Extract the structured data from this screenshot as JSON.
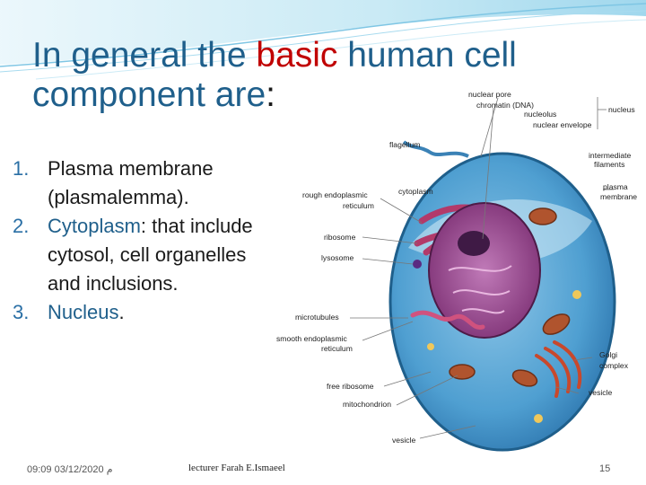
{
  "title": {
    "part1": "In general the ",
    "highlight": "basic",
    "part2": " human cell component are",
    "colon": ":"
  },
  "bullets": [
    {
      "num": "1.",
      "text_a": "Plasma membrane (plasmalemma)."
    },
    {
      "num": "2.",
      "text_a": "Cytoplasm",
      "text_b": ": that include cytosol, cell organelles and inclusions."
    },
    {
      "num": "3.",
      "text_a": " Nucleus",
      "text_b": "."
    }
  ],
  "diagram": {
    "labels": {
      "nuclear_pore": "nuclear pore",
      "chromatin": "chromatin (DNA)",
      "nucleolus": "nucleolus",
      "nuclear_envelope": "nuclear envelope",
      "nucleus": "nucleus",
      "flagellum": "flagellum",
      "intermediate_filaments_1": "intermediate",
      "intermediate_filaments_2": "filaments",
      "rough_er_1": "rough endoplasmic",
      "rough_er_2": "reticulum",
      "cytoplasm": "cytoplasm",
      "plasma_membrane_1": "plasma",
      "plasma_membrane_2": "membrane",
      "ribosome": "ribosome",
      "lysosome": "lysosome",
      "microtubules": "microtubules",
      "smooth_er_1": "smooth endoplasmic",
      "smooth_er_2": "reticulum",
      "golgi_1": "Golgi",
      "golgi_2": "complex",
      "free_ribosome": "free ribosome",
      "vesicle_right": "vesicle",
      "mitochondrion": "mitochondrion",
      "vesicle_bottom": "vesicle"
    }
  },
  "footer": {
    "date": "09:09 03/12/2020 م",
    "lecturer": "lecturer Farah E.Ismaeel",
    "page": "15"
  },
  "colors": {
    "title": "#1f5f8b",
    "highlight": "#c00000",
    "cell_blue": "#4a90c2"
  }
}
